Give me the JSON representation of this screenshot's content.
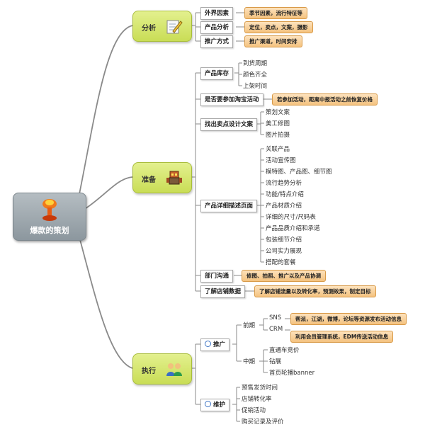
{
  "central": {
    "label": "爆款的策划",
    "icon": "mushroom-cloud-icon"
  },
  "categories": [
    {
      "label": "分析",
      "icon": "pencil-notepad-icon"
    },
    {
      "label": "准备",
      "icon": "robot-icon"
    },
    {
      "label": "执行",
      "icon": "people-group-icon"
    }
  ],
  "analysis": {
    "items": [
      "外界因素",
      "产品分析",
      "推广方式"
    ],
    "notes": [
      "季节因素，流行特征等",
      "定位，卖点，文案，摄影",
      "推广渠道，时间安排"
    ]
  },
  "prep": {
    "inventory": {
      "label": "产品库存",
      "items": [
        "到货周期",
        "颜色齐全",
        "上架时间"
      ]
    },
    "taobao": {
      "label": "是否要参加淘宝活动",
      "note": "若参加活动，距离中报活动之前恢复价格"
    },
    "copy": {
      "label": "找出卖点设计文案",
      "items": [
        "策划文案",
        "美工修图",
        "图片拍摄"
      ]
    },
    "detail": {
      "label": "产品详细描述页面",
      "items": [
        "关联产品",
        "活动宣传图",
        "模特图、产品图、细节图",
        "流行趋势分析",
        "功能/特点介绍",
        "产品材质介绍",
        "详细的尺寸/尺码表",
        "产品品质介绍和承诺",
        "包装细节介绍",
        "公司实力展现",
        "搭配的套餐"
      ]
    },
    "dept": {
      "label": "部门沟通",
      "note": "修图、拍照、推广以及产品协调"
    },
    "shop": {
      "label": "了解店铺数据",
      "note": "了解店铺流量以及转化率，预测效果，制定目标"
    }
  },
  "exec": {
    "promo": {
      "label": "推广",
      "early": {
        "label": "前期",
        "items": [
          {
            "label": "SNS",
            "note": "帮派，江湖，微博，论坛等资源发布活动信息"
          },
          {
            "label": "CRM",
            "note": "利用会员管理系统，EDM传送活动信息"
          }
        ]
      },
      "mid": {
        "label": "中期",
        "items": [
          "直通车竞价",
          "钻展",
          "首页轮播banner"
        ]
      }
    },
    "maint": {
      "label": "维护",
      "items": [
        "预售发货时间",
        "店铺转化率",
        "促销活动",
        "购买记录及评价"
      ]
    }
  },
  "colors": {
    "branch": "#8a8a8a",
    "note_border": "#d89a48",
    "category_fill": "#d4e46e"
  }
}
